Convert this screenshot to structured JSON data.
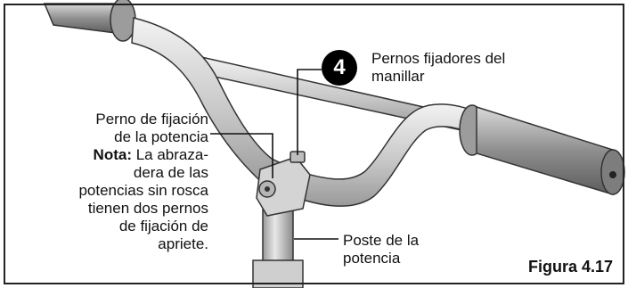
{
  "callout_number": "4",
  "labels": {
    "handlebar_bolts_line1": "Pernos fijadores del",
    "handlebar_bolts_line2": "manillar",
    "stem_bolt_line1": "Perno de fijación",
    "stem_bolt_line2": "de la potencia",
    "note_label": "Nota:",
    "note_line1_rest": " La abraza-",
    "note_line2": "dera de las",
    "note_line3": "potencias sin rosca",
    "note_line4": "tienen dos pernos",
    "note_line5": "de fijación de",
    "note_line6": "apriete.",
    "stem_post_line1": "Poste de la",
    "stem_post_line2": "potencia"
  },
  "figure_caption": "Figura 4.17"
}
